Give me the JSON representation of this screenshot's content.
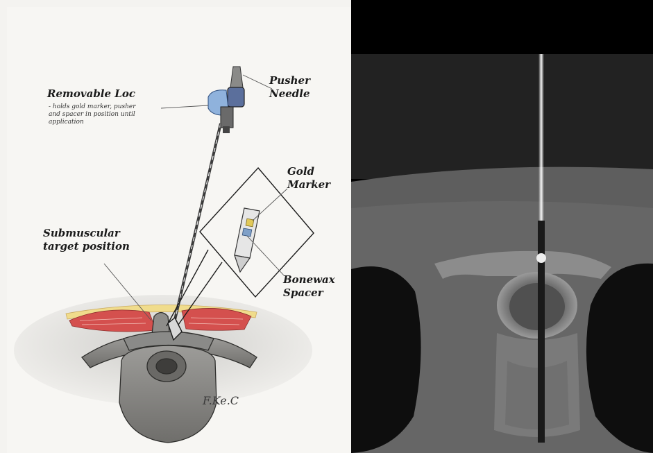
{
  "illustration": {
    "labels": {
      "removable_loc": "Removable Loc",
      "removable_loc_note": "- holds gold marker, pusher\nand spacer in position until\napplication",
      "pusher_needle": "Pusher\nNeedle",
      "gold_marker": "Gold\nMarker",
      "bonewax_spacer": "Bonewax\nSpacer",
      "submuscular_target": "Submuscular\ntarget position"
    },
    "signature": "F.Ke.C"
  },
  "colors": {
    "paper": "#f4f3f0",
    "muscle": "#d4504e",
    "fat": "#f0dc8c",
    "bone": "#8a8a88",
    "needle_hub": "#5b6f9c",
    "loc_blue": "#8fb2dc",
    "ct_background": "#000000",
    "ct_tissue": "#6a6a6a"
  }
}
